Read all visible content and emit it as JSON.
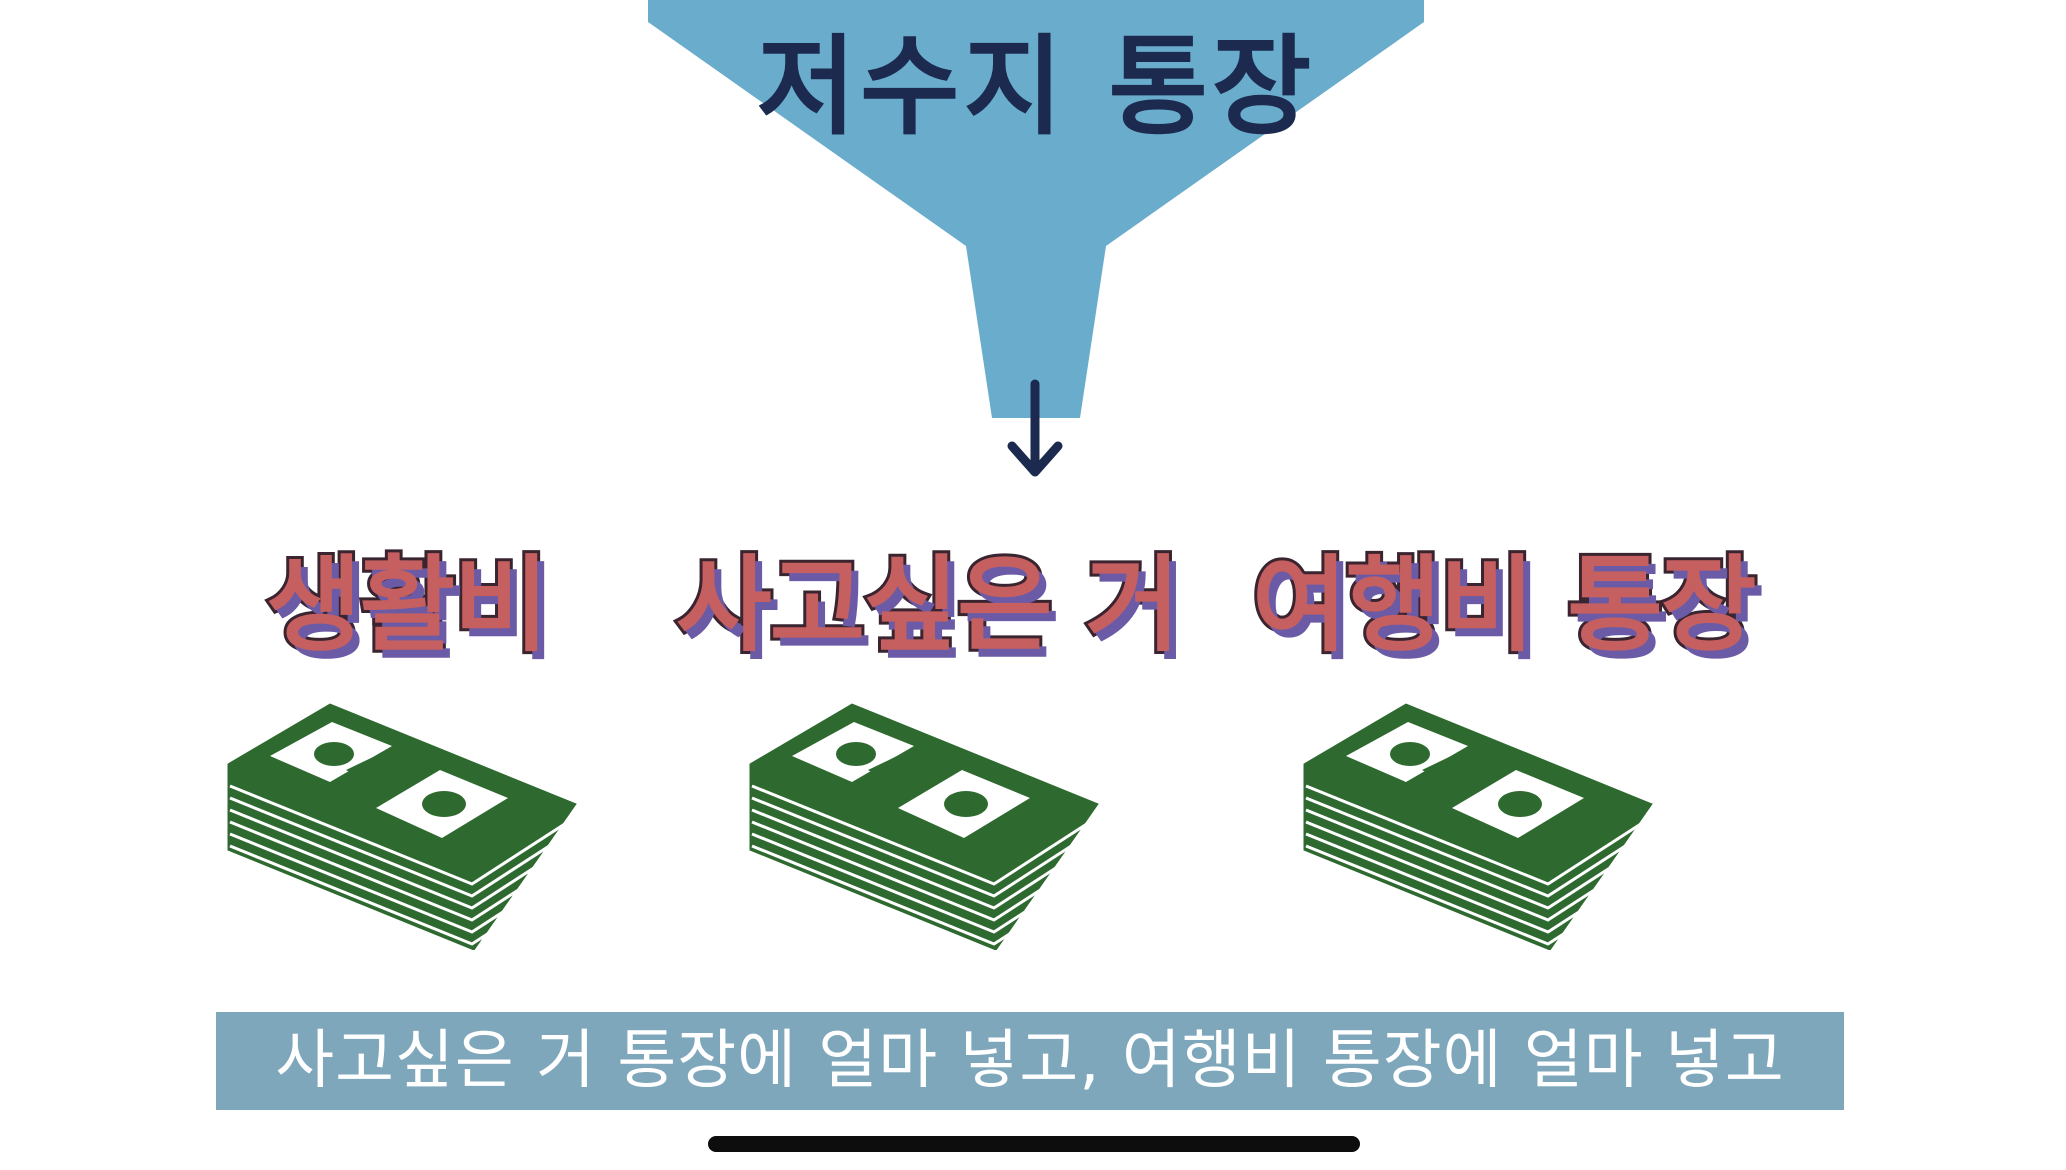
{
  "funnel": {
    "title": "저수지 통장",
    "color": "#6aaccb",
    "title_color": "#1b2a4e"
  },
  "arrow": {
    "icon": "arrow-down-icon",
    "color": "#1b2a4e"
  },
  "accounts": [
    {
      "label": "생활비",
      "icon": "money-stack-icon"
    },
    {
      "label": "사고싶은 거",
      "icon": "money-stack-icon"
    },
    {
      "label": "여행비 통장",
      "icon": "money-stack-icon"
    }
  ],
  "label_colors": {
    "fill": "#c66060",
    "outline": "#3a2430",
    "shadow": "#6b5aa6"
  },
  "money_colors": {
    "dark": "#2e6a30",
    "light": "#ffffff"
  },
  "caption": {
    "text": "사고싶은 거 통장에 얼마 넣고, 여행비 통장에 얼마 넣고",
    "background": "#7fa7bb",
    "text_color": "#ffffff"
  }
}
